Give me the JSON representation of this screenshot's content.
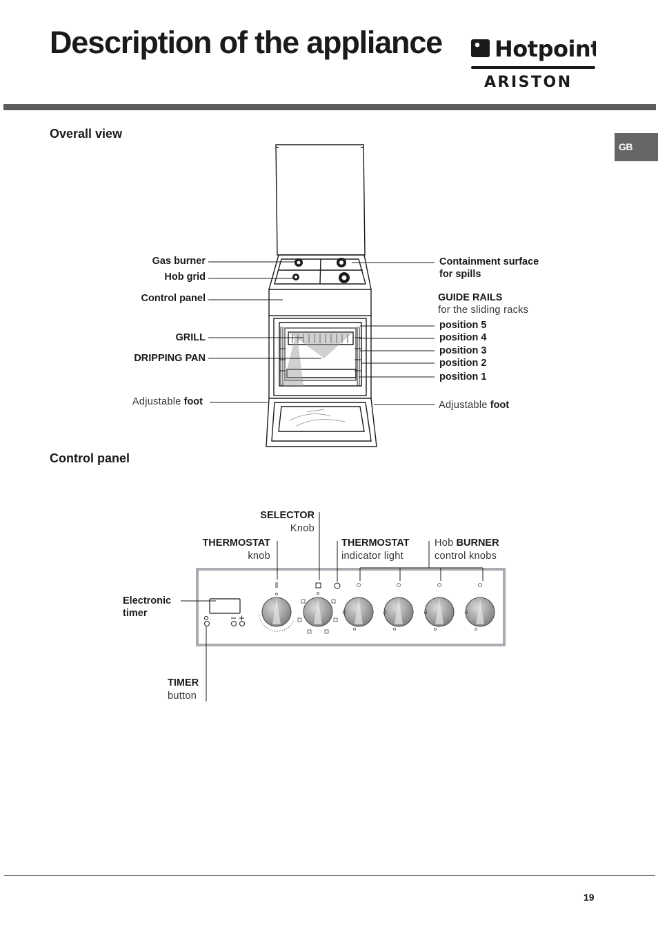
{
  "page": {
    "title": "Description of the appliance",
    "tab": "GB",
    "page_number": "19"
  },
  "brand": {
    "name": "Hotpoint",
    "sub": "ARISTON"
  },
  "overall_view": {
    "heading": "Overall view",
    "labels": {
      "gas_burner": "Gas burner",
      "hob_grid": "Hob grid",
      "control_panel": "Control panel",
      "grill": "GRILL",
      "dripping_pan": "DRIPPING PAN",
      "adjustable_left": "Adjustable",
      "foot_left": "foot",
      "containment_1": "Containment surface",
      "containment_2": "for spills",
      "guide_rails": "GUIDE RAILS",
      "guide_rails_sub": "for the sliding racks",
      "position_5": "position 5",
      "position_4": "position 4",
      "position_3": "position 3",
      "position_2": "position 2",
      "position_1": "position 1",
      "adjustable_right": "Adjustable",
      "foot_right": "foot"
    }
  },
  "control_panel": {
    "heading": "Control panel",
    "labels": {
      "selector": "SELECTOR",
      "selector_sub": "Knob",
      "thermostat": "THERMOSTAT",
      "thermostat_sub": "knob",
      "thermostat_light": "THERMOSTAT",
      "thermostat_light_sub": "indicator light",
      "hob": "Hob",
      "burner": "BURNER",
      "burner_sub": "control knobs",
      "electronic_1": "Electronic",
      "electronic_2": "timer",
      "timer": "TIMER",
      "timer_sub": "button"
    }
  }
}
